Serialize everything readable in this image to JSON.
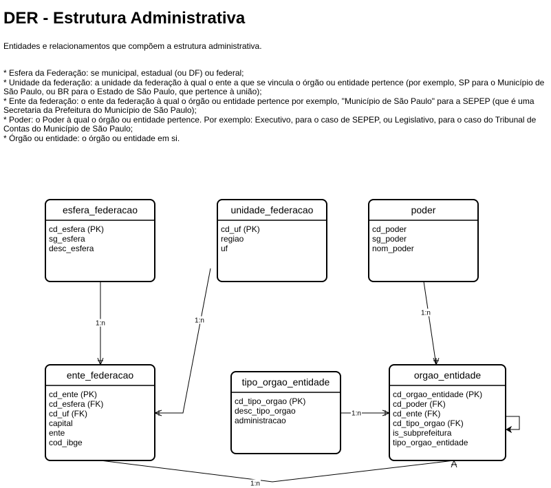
{
  "title": "DER - Estrutura Administrativa",
  "subtitle": "Entidades e relacionamentos que compõem a estrutura administrativa.",
  "notes": [
    "* Esfera da Federação: se municipal, estadual (ou DF) ou federal;",
    "* Unidade da federação: a unidade da federação à qual o ente a que se vincula o órgão ou entidade pertence (por exemplo, SP para o Município de São Paulo, ou BR para o Estado de São Paulo, que pertence à união);",
    "* Ente da federação: o ente da federação à qual o órgão ou entidade pertence por exemplo, \"Município de São Paulo\" para a SEPEP (que é uma Secretaria da Prefeitura do Município de São Paulo);",
    "* Poder: o Poder à qual o órgão ou entidade pertence. Por exemplo: Executivo, para o caso de SEPEP, ou Legislativo, para o caso do Tribunal de Contas do Município de São Paulo;",
    "* Órgão ou entidade: o órgão ou entidade em si."
  ],
  "entities": [
    {
      "id": "esfera_federacao",
      "name": "esfera_federacao",
      "attributes": [
        "cd_esfera (PK)",
        "sg_esfera",
        "desc_esfera"
      ]
    },
    {
      "id": "unidade_federacao",
      "name": "unidade_federacao",
      "attributes": [
        "cd_uf (PK)",
        "regiao",
        "uf"
      ]
    },
    {
      "id": "poder",
      "name": "poder",
      "attributes": [
        "cd_poder",
        "sg_poder",
        "nom_poder"
      ]
    },
    {
      "id": "ente_federacao",
      "name": "ente_federacao",
      "attributes": [
        "cd_ente (PK)",
        "cd_esfera (FK)",
        "cd_uf (FK)",
        "capital",
        "ente",
        "cod_ibge"
      ]
    },
    {
      "id": "tipo_orgao_entidade",
      "name": "tipo_orgao_entidade",
      "attributes": [
        "cd_tipo_orgao (PK)",
        "desc_tipo_orgao",
        "administracao"
      ]
    },
    {
      "id": "orgao_entidade",
      "name": "orgao_entidade",
      "attributes": [
        "cd_orgao_entidade (PK)",
        "cd_poder (FK)",
        "cd_ente (FK)",
        "cd_tipo_orgao (FK)",
        "is_subprefeitura",
        "tipo_orgao_entidade"
      ]
    }
  ],
  "relationships": [
    {
      "id": "esfera-ente",
      "from": "esfera_federacao",
      "to": "ente_federacao",
      "label": "1:n"
    },
    {
      "id": "uf-ente",
      "from": "unidade_federacao",
      "to": "ente_federacao",
      "label": "1:n"
    },
    {
      "id": "poder-orgao",
      "from": "poder",
      "to": "orgao_entidade",
      "label": "1:n"
    },
    {
      "id": "tipo-orgao",
      "from": "tipo_orgao_entidade",
      "to": "orgao_entidade",
      "label": "1:n"
    },
    {
      "id": "ente-orgao",
      "from": "ente_federacao",
      "to": "orgao_entidade",
      "label": "1:n"
    },
    {
      "id": "orgao-self",
      "from": "orgao_entidade",
      "to": "orgao_entidade",
      "label": ""
    }
  ]
}
